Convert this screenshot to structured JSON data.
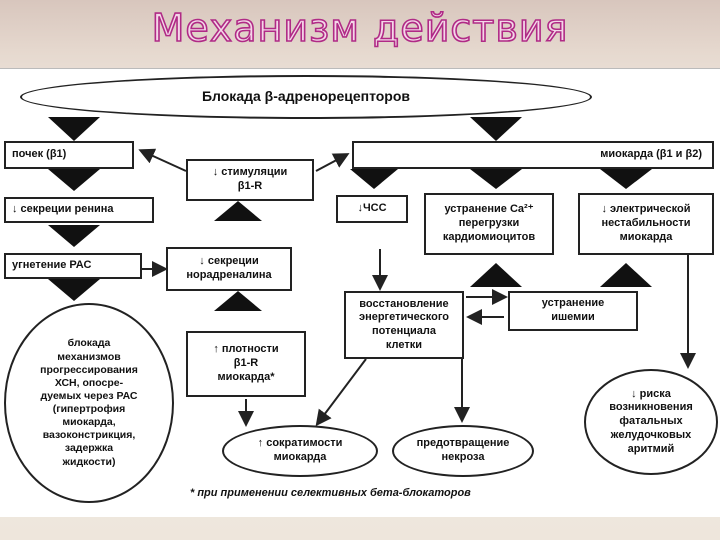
{
  "title": "Механизм действия",
  "nodes": {
    "root": "Блокада β-адренорецепторов",
    "kidneys": "почек (β1)",
    "myocardium": "миокарда (β1 и β2)",
    "stim": "↓ стимуляции\nβ1-R",
    "renin": "↓ секреции ренина",
    "hr": "↓ЧСС",
    "ca": "устранение Ca²⁺\nперегрузки\nкардиомиоцитов",
    "electric": "↓ электрической\nнестабильности\nмиокарда",
    "ras": "угнетение РАС",
    "norad": "↓ секреции\nнорадреналина",
    "energy": "восстановление\nэнергетического\nпотенциала\nклетки",
    "ischemia": "устранение\nишемии",
    "blockade": "блокада\nмеханизмов\nпрогрессирования\nХСН, опосре-\nдуемых через РАС\n(гипертрофия\nмиокарда,\nвазоконстрикция,\nзадержка\nжидкости)",
    "density": "↑ плотности\nβ1-R\nмиокарда*",
    "risk": "↓ риска\nвозникновения\nфатальных\nжелудочковых\nаритмий",
    "contract": "↑ сократимости\nмиокарда",
    "necrosis": "предотвращение\nнекроза"
  },
  "footnote": "* при применении селективных бета-блокаторов"
}
